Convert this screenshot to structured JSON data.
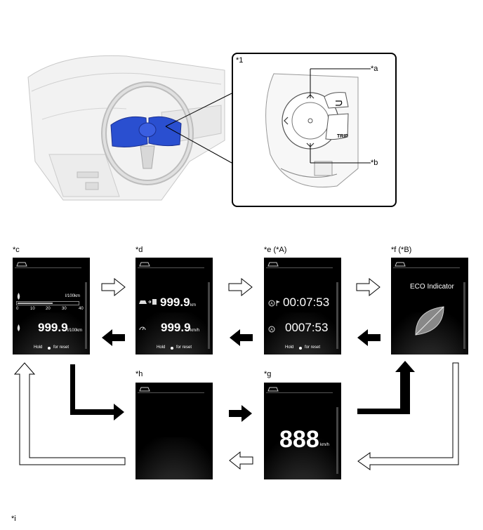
{
  "callouts": {
    "c1": "*1",
    "a": "*a",
    "b": "*b",
    "c": "*c",
    "d": "*d",
    "e": "*e (*A)",
    "f": "*f (*B)",
    "g": "*g",
    "h": "*h",
    "i": "*i"
  },
  "switch": {
    "trip_label": "TRIP"
  },
  "screen_c": {
    "unit1": "l/100km",
    "scale": [
      "0",
      "10",
      "20",
      "30",
      "40"
    ],
    "value": "999.9",
    "unit2": "l/100km",
    "hold": "Hold",
    "reset": "for reset"
  },
  "screen_d": {
    "value1": "999.9",
    "unit1": "km",
    "value2": "999.9",
    "unit2": "km/h",
    "hold": "Hold",
    "reset": "for reset"
  },
  "screen_e": {
    "time1": "00:07:53",
    "time2": "0007:53",
    "hold": "Hold",
    "reset": "for reset"
  },
  "screen_f": {
    "title": "ECO Indicator"
  },
  "screen_g": {
    "value": "888",
    "unit": "km/h"
  },
  "colors": {
    "steering_highlight": "#2a4fd0",
    "screen_bg": "#000000"
  }
}
